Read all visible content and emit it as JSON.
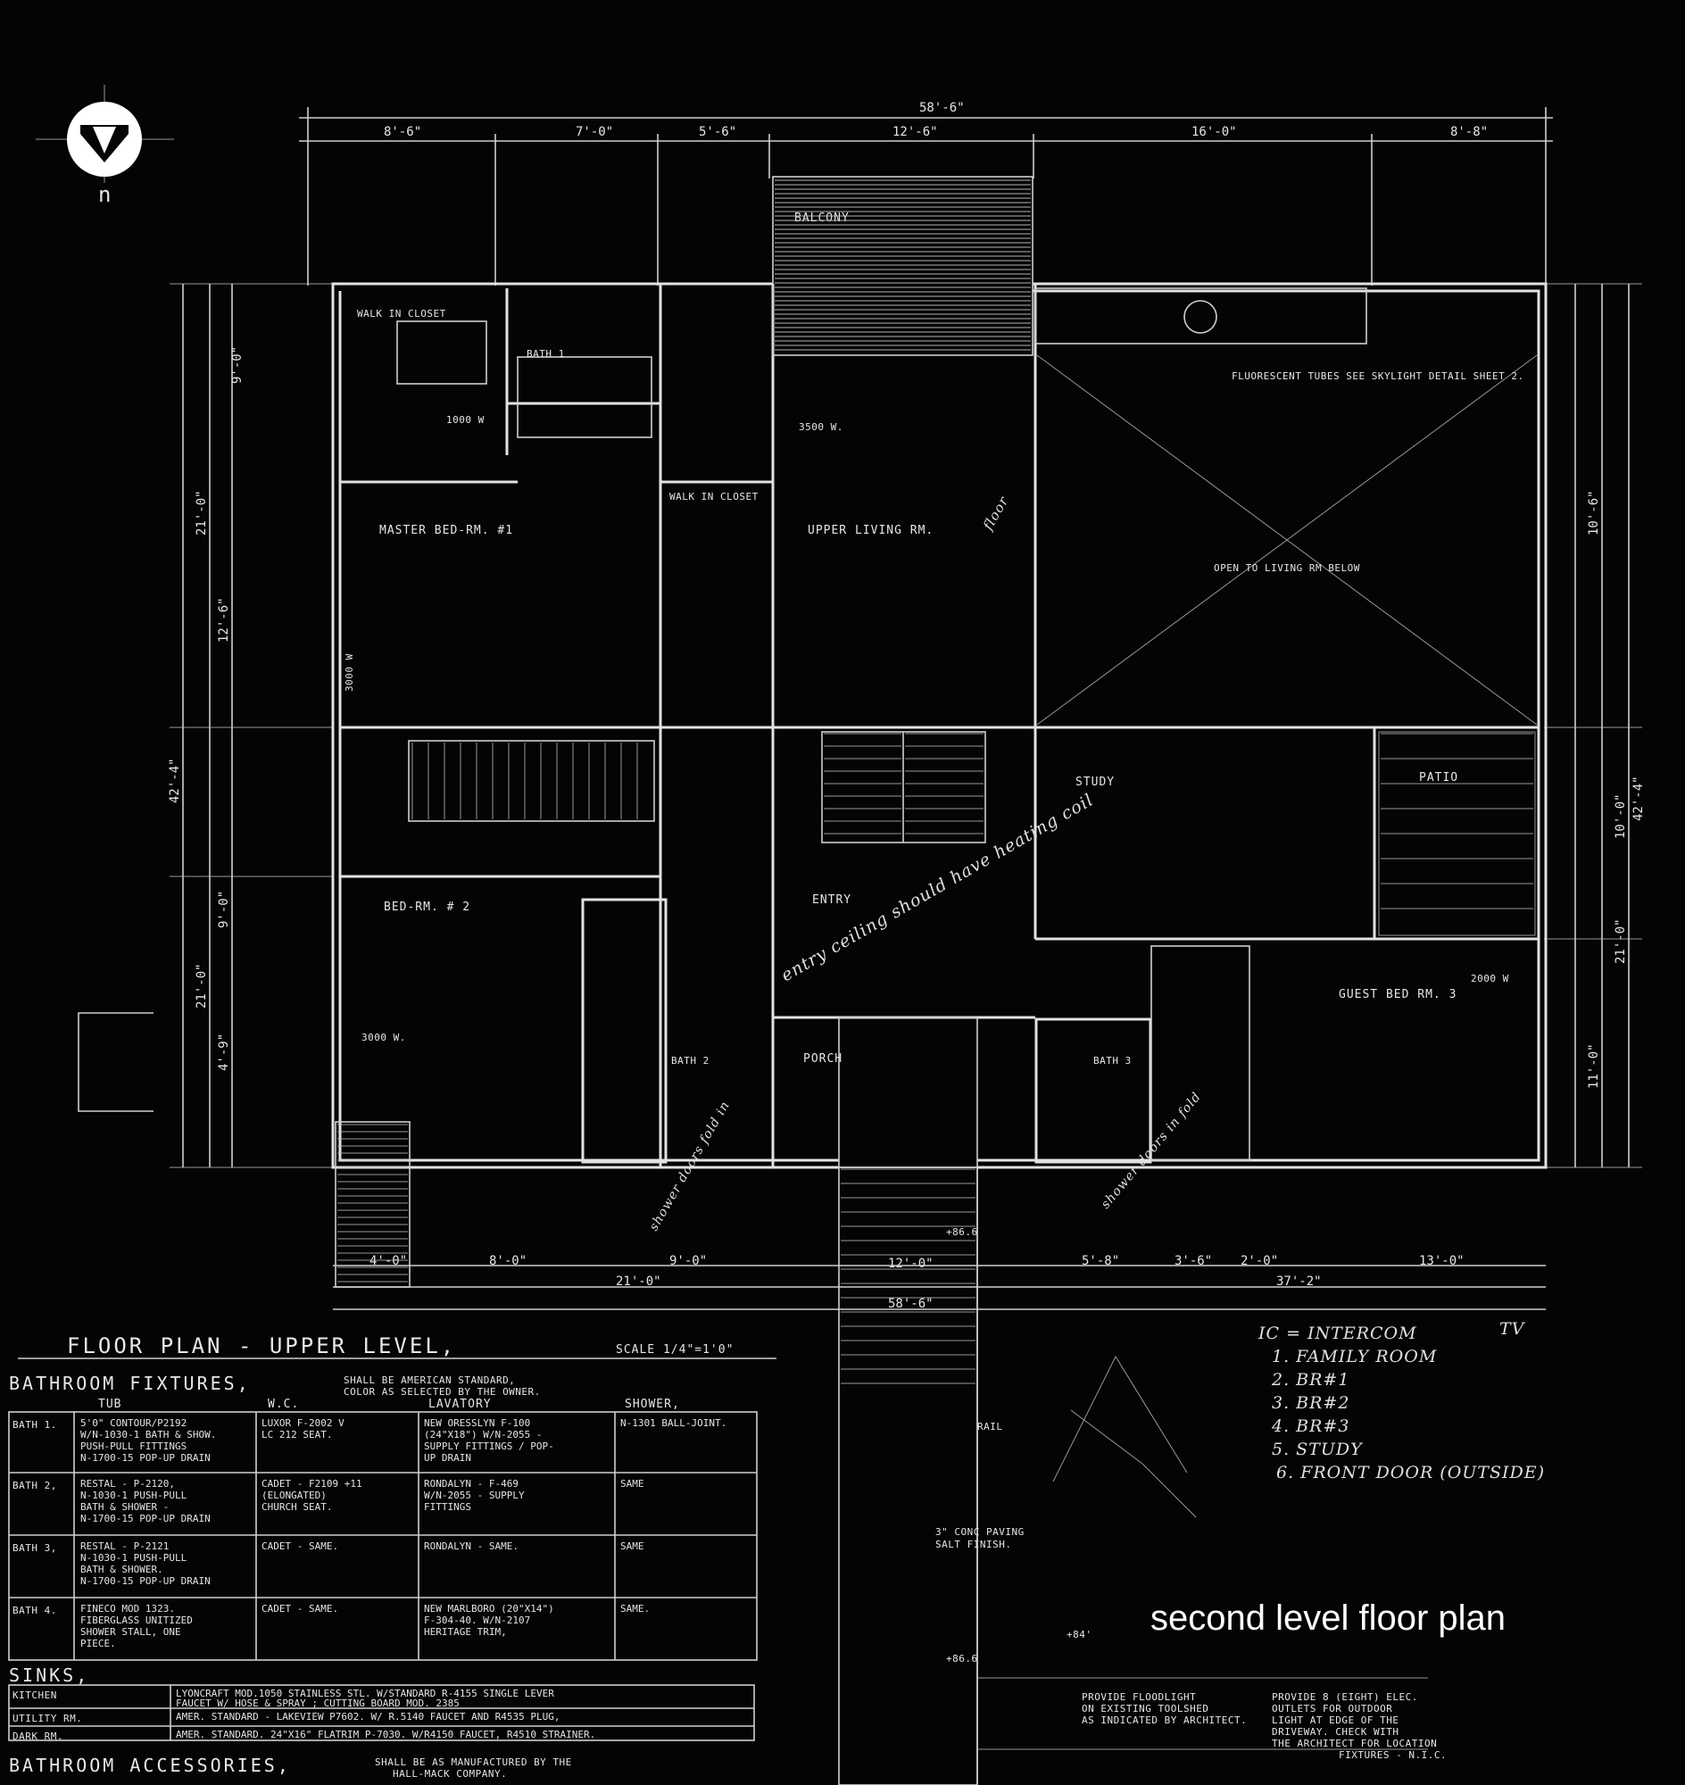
{
  "north_arrow": {
    "label": "n"
  },
  "overall_dimension_top": "58'-6\"",
  "top_dimensions": [
    "8'-6\"",
    "7'-0\"",
    "5'-6\"",
    "12'-6\"",
    "16'-0\"",
    "8'-8\""
  ],
  "left_dimensions": [
    "9'-0\"",
    "21'-0\"",
    "12'-6\"",
    "42'-4\"",
    "9'-0\"",
    "21'-0\"",
    "4'-9\""
  ],
  "right_dimensions": [
    "10'-6\"",
    "42'-4\"",
    "10'-0\"",
    "21'-0\"",
    "11'-0\""
  ],
  "bottom_dimensions": [
    "4'-0\"",
    "8'-0\"",
    "9'-0\"",
    "12'-0\"",
    "5'-8\"",
    "3'-6\"",
    "2'-0\"",
    "13'-0\""
  ],
  "bottom_totals": [
    "21'-0\"",
    "37'-2\"",
    "58'-6\""
  ],
  "rooms": {
    "balcony": "BALCONY",
    "walk_in_closet_1": "WALK IN CLOSET",
    "bath_1": "BATH 1",
    "master_bed": "MASTER BED-RM. #1",
    "walk_in_closet_2": "WALK IN CLOSET",
    "upper_living": "UPPER LIVING RM.",
    "open_to_living": "OPEN TO LIVING RM BELOW",
    "study": "STUDY",
    "patio": "PATIO",
    "bed_2": "BED-RM. # 2",
    "entry": "ENTRY",
    "bath_2": "BATH 2",
    "porch": "PORCH",
    "bath_3": "BATH 3",
    "guest_bed": "GUEST BED RM. 3",
    "rail": "RAIL",
    "tv": "TV"
  },
  "annotations": {
    "entry_note": "entry ceiling should have heating coil",
    "shower_note_1": "shower doors fold in",
    "shower_note_2": "shower doors in fold",
    "floor_note": "floor",
    "fluorescent": "FLUORESCENT TUBES SEE SKYLIGHT DETAIL SHEET 2.",
    "heater_1": "3000 W",
    "heater_2": "3000 W.",
    "heater_3": "3500 W.",
    "heater_4": "2000 W",
    "heater_5": "1000 W"
  },
  "plan_title": "FLOOR PLAN - UPPER LEVEL,",
  "plan_scale": "SCALE 1/4\"=1'0\"",
  "fixtures": {
    "title": "BATHROOM FIXTURES,",
    "note_1": "SHALL BE AMERICAN STANDARD,",
    "note_2": "COLOR AS SELECTED BY THE OWNER.",
    "headers": [
      "TUB",
      "W.C.",
      "LAVATORY",
      "SHOWER,"
    ],
    "rows": [
      {
        "name": "BATH 1.",
        "tub": [
          "5'0\" CONTOUR/P2192",
          "W/N-1030-1 BATH & SHOW.",
          "PUSH-PULL FITTINGS",
          "N-1700-15 POP-UP DRAIN"
        ],
        "wc": [
          "LUXOR F-2002 V",
          "LC 212 SEAT."
        ],
        "lav": [
          "NEW ORESSLYN F-100",
          "(24\"X18\") W/N-2055 -",
          "SUPPLY FITTINGS / POP-",
          "UP DRAIN"
        ],
        "shower": [
          "N-1301 BALL-JOINT."
        ]
      },
      {
        "name": "BATH 2,",
        "tub": [
          "RESTAL - P-2120,",
          "N-1030-1 PUSH-PULL",
          "BATH & SHOWER -",
          "N-1700-15 POP-UP DRAIN"
        ],
        "wc": [
          "CADET - F2109 +11",
          "(ELONGATED)",
          "CHURCH SEAT."
        ],
        "lav": [
          "RONDALYN - F-469",
          "W/N-2055 - SUPPLY",
          "FITTINGS"
        ],
        "shower": [
          "SAME"
        ]
      },
      {
        "name": "BATH 3,",
        "tub": [
          "RESTAL - P-2121",
          "N-1030-1 PUSH-PULL",
          "BATH & SHOWER.",
          "N-1700-15 POP-UP DRAIN"
        ],
        "wc": [
          "CADET - SAME."
        ],
        "lav": [
          "RONDALYN - SAME."
        ],
        "shower": [
          "SAME"
        ]
      },
      {
        "name": "BATH 4.",
        "tub": [
          "FINECO MOD 1323.",
          "FIBERGLASS UNITIZED",
          "SHOWER STALL, ONE",
          "PIECE."
        ],
        "wc": [
          "CADET - SAME."
        ],
        "lav": [
          "NEW MARLBORO (20\"X14\")",
          "F-304-40. W/N-2107",
          "HERITAGE TRIM,"
        ],
        "shower": [
          "SAME."
        ]
      }
    ]
  },
  "sinks": {
    "title": "SINKS,",
    "rows": [
      {
        "name": "KITCHEN",
        "spec": [
          "LYONCRAFT MOD.1050 STAINLESS STL. W/STANDARD R-4155 SINGLE LEVER",
          "FAUCET W/ HOSE & SPRAY ; CUTTING BOARD MOD. 2385"
        ]
      },
      {
        "name": "UTILITY RM.",
        "spec": [
          "AMER. STANDARD - LAKEVIEW P7602. W/ R.5140 FAUCET AND R4535 PLUG,"
        ]
      },
      {
        "name": "DARK RM.",
        "spec": [
          "AMER. STANDARD. 24\"X16\" FLATRIM P-7030. W/R4150 FAUCET, R4510 STRAINER."
        ]
      }
    ]
  },
  "accessories": {
    "title": "BATHROOM ACCESSORIES,",
    "note": [
      "SHALL BE AS MANUFACTURED BY THE",
      "HALL-MACK COMPANY."
    ]
  },
  "intercom_legend": {
    "title": "IC = INTERCOM",
    "items": [
      "1. FAMILY ROOM",
      "2. BR#1",
      "3. BR#2",
      "4. BR#3",
      "5. STUDY",
      "6. FRONT DOOR (OUTSIDE)"
    ]
  },
  "notes": {
    "floodlight": [
      "PROVIDE FLOODLIGHT",
      "ON EXISTING TOOLSHED",
      "AS INDICATED BY ARCHITECT."
    ],
    "outlets": [
      "PROVIDE 8 (EIGHT) ELEC.",
      "OUTLETS FOR OUTDOOR",
      "LIGHT AT EDGE OF THE",
      "DRIVEWAY. CHECK WITH",
      "THE ARCHITECT FOR LOCATION",
      "FIXTURES - N.I.C."
    ],
    "paving": [
      "3\" CONC PAVING",
      "SALT FINISH."
    ],
    "elev_1": "+86.6",
    "elev_2": "+86.6",
    "elev_3": "+84'"
  },
  "caption": "second level floor plan"
}
